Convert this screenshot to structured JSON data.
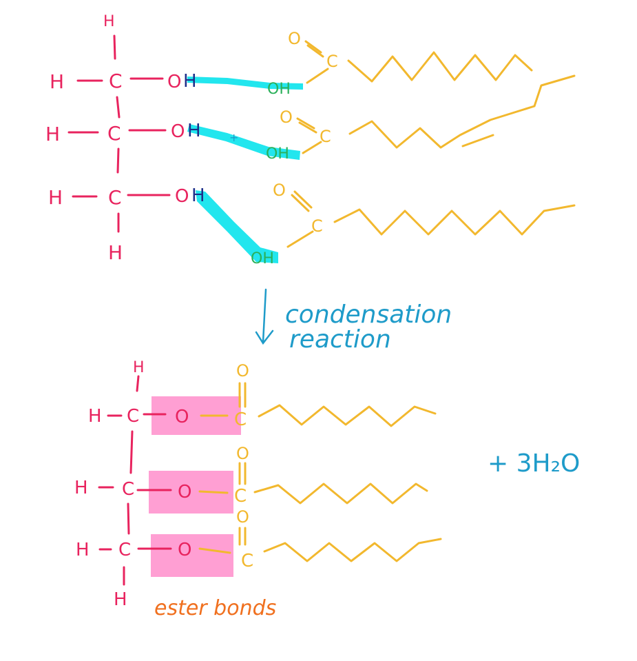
{
  "reactants": {
    "glycerol": {
      "top_h": "H",
      "bottom_h": "H",
      "rows": [
        {
          "h": "H",
          "c": "C",
          "o": "O",
          "oh_h": "H"
        },
        {
          "h": "H",
          "c": "C",
          "o": "O",
          "oh_h": "H"
        },
        {
          "h": "H",
          "c": "C",
          "o": "O",
          "oh_h": "H"
        }
      ]
    },
    "fatty_acids": [
      {
        "o": "O",
        "c": "C",
        "oh": "OH"
      },
      {
        "o": "O",
        "c": "C",
        "oh": "OH"
      },
      {
        "o": "O",
        "c": "C",
        "oh": "OH"
      }
    ],
    "plus_sign": "+"
  },
  "arrow_label": {
    "line1": "condensation",
    "line2": "reaction"
  },
  "product": {
    "top_h": "H",
    "bottom_h": "H",
    "rows": [
      {
        "h": "H",
        "c": "C",
        "o": "O",
        "dbl_o": "O",
        "acid_c": "C"
      },
      {
        "h": "H",
        "c": "C",
        "o": "O",
        "dbl_o": "O",
        "acid_c": "C"
      },
      {
        "h": "H",
        "c": "C",
        "o": "O",
        "dbl_o": "O",
        "acid_c": "C"
      }
    ],
    "bond_label": "ester bonds",
    "water": "+ 3H₂O"
  },
  "colors": {
    "glycerol": "#e8235e",
    "fatty_acid": "#f2b82e",
    "water_highlight": "#22e6ee",
    "ester_highlight": "#ff9fd3",
    "annotation": "#1e9bc9",
    "label": "#f0701f"
  }
}
